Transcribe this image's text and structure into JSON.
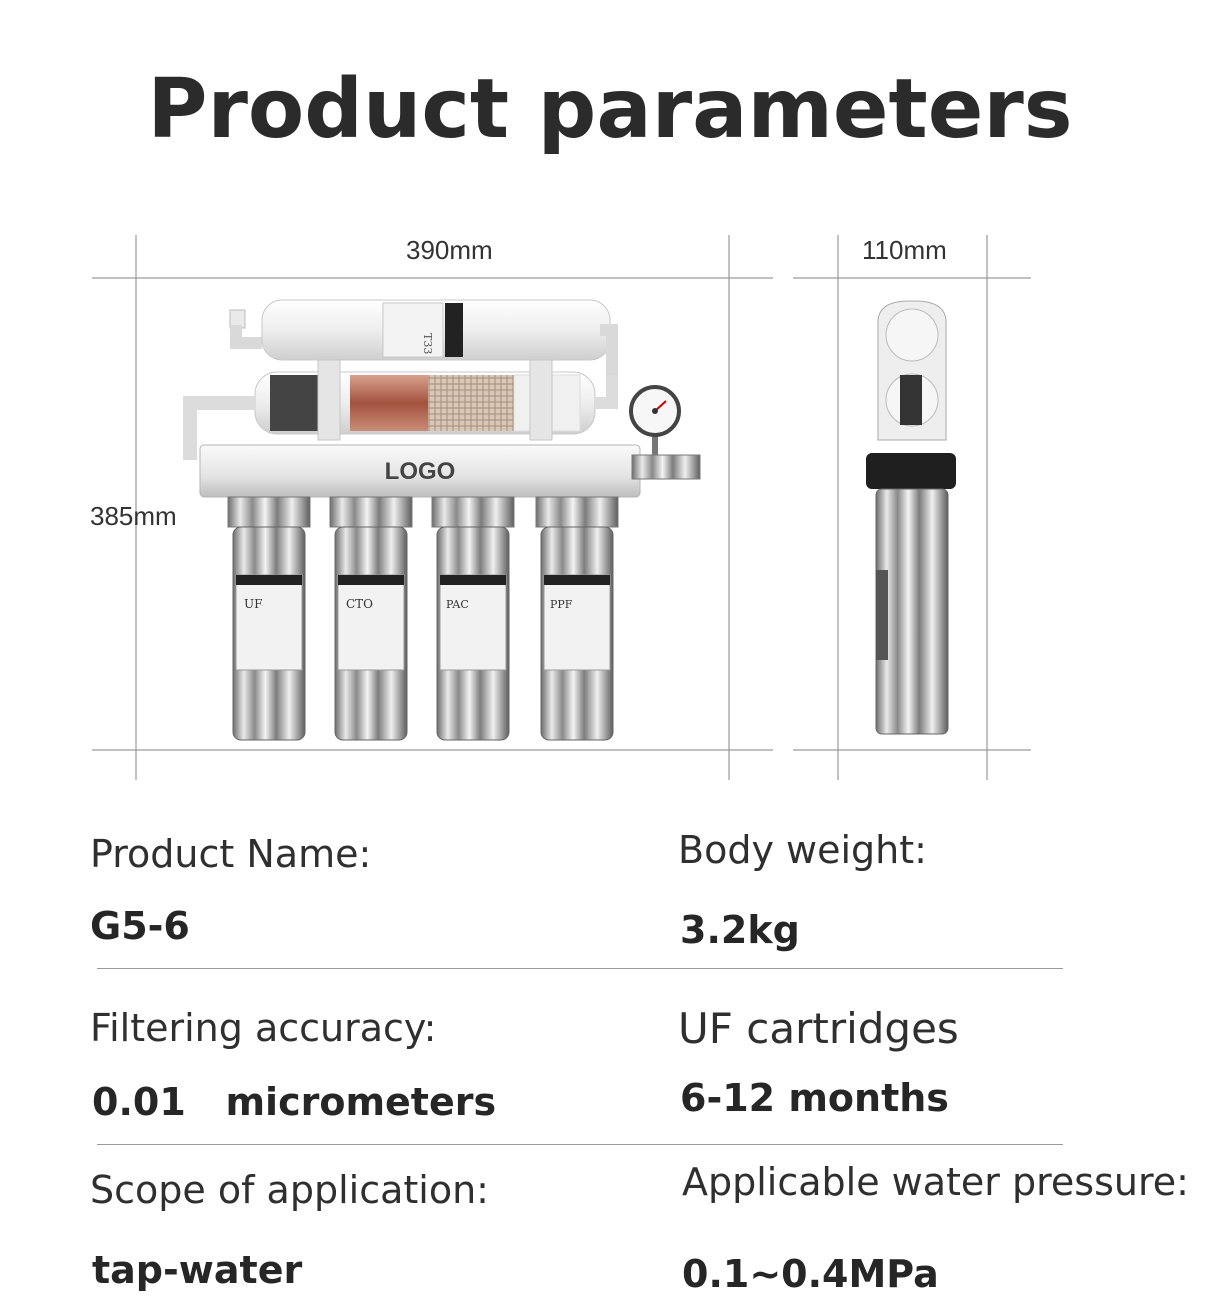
{
  "title": "Product parameters",
  "dimensions": {
    "width": "390mm",
    "depth": "110mm",
    "height": "385mm"
  },
  "product_labels": {
    "logo": "LOGO",
    "cartridges": [
      "UF",
      "CTO",
      "PAC",
      "PPF"
    ],
    "top_filter": "T33"
  },
  "specs": {
    "product_name_label": "Product Name:",
    "product_name_value": "G5-6",
    "body_weight_label": "Body weight:",
    "body_weight_value": "3.2kg",
    "filtering_accuracy_label": "Filtering accuracy:",
    "filtering_accuracy_value": "0.01   micrometers",
    "uf_cartridges_label": "UF cartridges",
    "uf_cartridges_value": "6-12 months",
    "scope_label": "Scope of application:",
    "scope_value": "tap-water",
    "pressure_label": "Applicable water pressure:",
    "pressure_value": "0.1~0.4MPa"
  }
}
